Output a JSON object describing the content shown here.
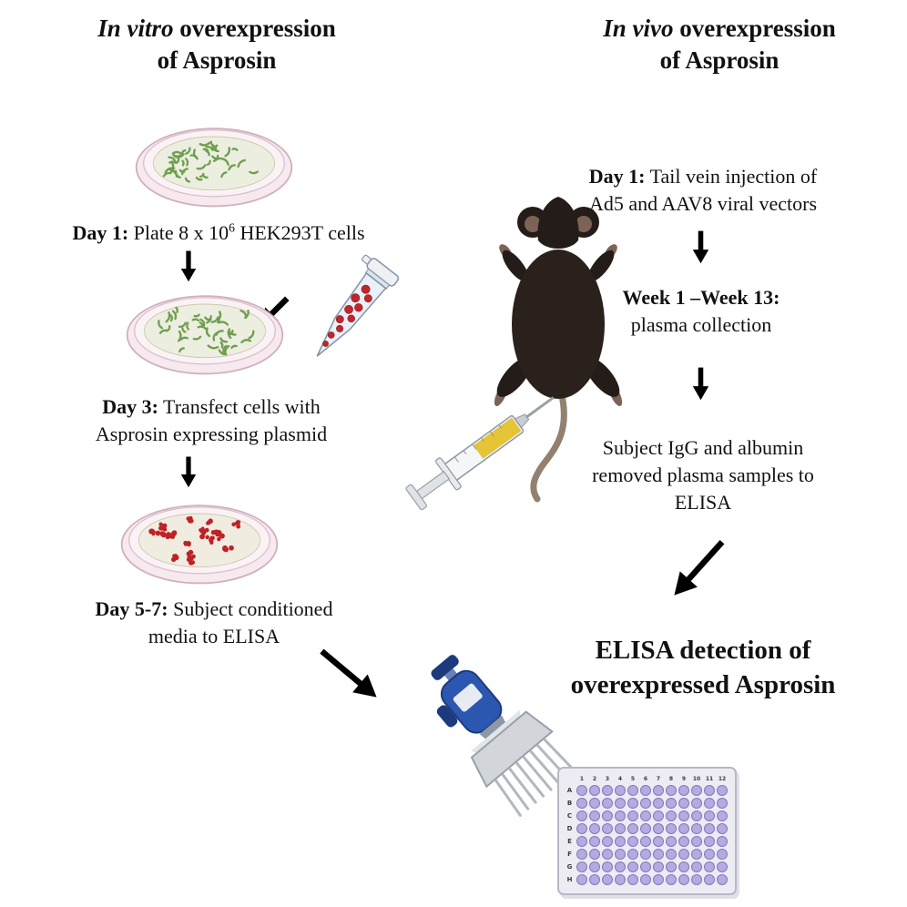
{
  "left_column": {
    "title": {
      "italic": "In vitro",
      "rest": " overexpression",
      "line2": "of Asprosin"
    },
    "step1": {
      "label": "Day 1:",
      "text": " Plate 8 x 10",
      "sup": "6",
      "text2": " HEK293T cells"
    },
    "step2": {
      "label": "Day 3:",
      "text": " Transfect cells with",
      "line2": "Asprosin expressing plasmid"
    },
    "step3": {
      "label": "Day 5-7:",
      "text": " Subject conditioned",
      "line2": "media to ELISA"
    }
  },
  "right_column": {
    "title": {
      "italic": "In vivo",
      "rest": " overexpression",
      "line2": "of Asprosin"
    },
    "step1": {
      "label": "Day 1:",
      "text": " Tail vein injection of",
      "line2": "Ad5 and AAV8 viral vectors"
    },
    "step2": {
      "label": "Week 1 –Week 13:",
      "line2": "plasma collection"
    },
    "step3": {
      "line1": "Subject IgG and albumin",
      "line2": "removed plasma samples to",
      "line3": "ELISA"
    }
  },
  "result": {
    "line1": "ELISA detection of",
    "line2": "overexpressed Asprosin"
  },
  "well_plate": {
    "column_labels": [
      "1",
      "2",
      "3",
      "4",
      "5",
      "6",
      "7",
      "8",
      "9",
      "10",
      "11",
      "12"
    ],
    "row_labels": [
      "A",
      "B",
      "C",
      "D",
      "E",
      "F",
      "G",
      "H"
    ]
  },
  "colors": {
    "arrow": "#000000",
    "cell_green": "#6f9e4f",
    "cell_red": "#bf2127",
    "well_fill": "#b6aadf",
    "well_stroke": "#8377c2",
    "pipette_blue": "#2c57b0",
    "mouse_body": "#2a211d",
    "syringe_fluid": "#e5c435",
    "dish_rim_pink": "#f7e9ef"
  }
}
